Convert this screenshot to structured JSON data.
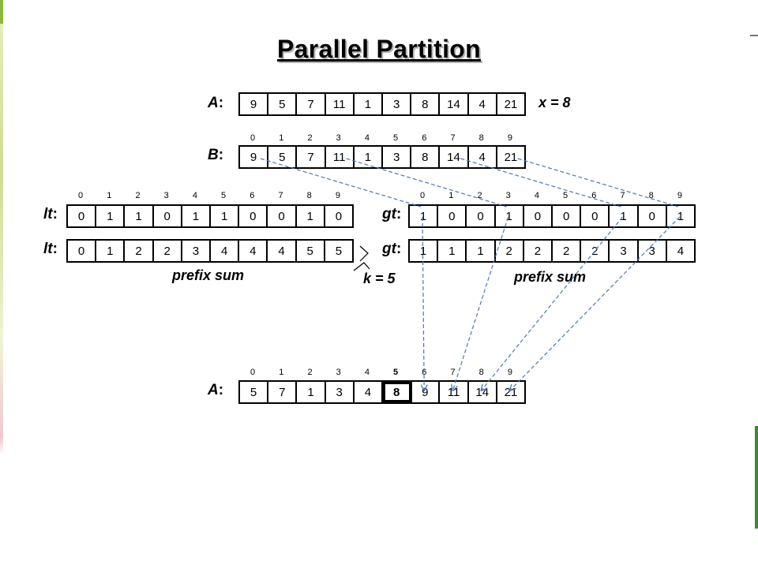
{
  "title": "Parallel Partition",
  "pivot_text": "x = 8",
  "k_text": "k = 5",
  "prefix_left": "prefix sum",
  "prefix_right": "prefix sum",
  "labels": {
    "A1": "A",
    "B": "B",
    "lt1": "lt",
    "lt2": "lt",
    "gt1": "gt",
    "gt2": "gt",
    "A2": "A",
    "colon": ":"
  },
  "A_top": [
    "9",
    "5",
    "7",
    "11",
    "1",
    "3",
    "8",
    "14",
    "4",
    "21"
  ],
  "B": [
    "9",
    "5",
    "7",
    "11",
    "1",
    "3",
    "8",
    "14",
    "4",
    "21"
  ],
  "lt_flags": [
    "0",
    "1",
    "1",
    "0",
    "1",
    "1",
    "0",
    "0",
    "1",
    "0"
  ],
  "lt_prefix": [
    "0",
    "1",
    "2",
    "2",
    "3",
    "4",
    "4",
    "4",
    "5",
    "5"
  ],
  "gt_flags": [
    "1",
    "0",
    "0",
    "1",
    "0",
    "0",
    "0",
    "1",
    "0",
    "1"
  ],
  "gt_prefix": [
    "1",
    "1",
    "1",
    "2",
    "2",
    "2",
    "2",
    "3",
    "3",
    "4"
  ],
  "A_bottom": [
    "5",
    "7",
    "1",
    "3",
    "4",
    "8",
    "9",
    "11",
    "14",
    "21"
  ],
  "highlight_index": 5,
  "indices": [
    "0",
    "1",
    "2",
    "3",
    "4",
    "5",
    "6",
    "7",
    "8",
    "9"
  ]
}
